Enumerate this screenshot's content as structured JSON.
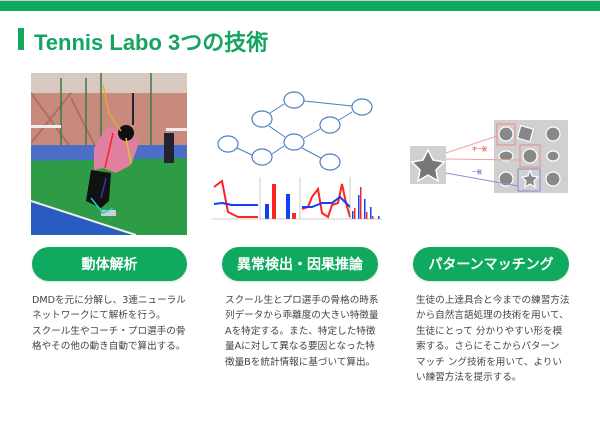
{
  "header": {
    "title": "Tennis Labo 3つの技術"
  },
  "accent_color": "#0fa95f",
  "columns": [
    {
      "label": "動体解析",
      "image": "tennis-player-pose-estimation-photo",
      "description": [
        "DMDを元に分解し、3連ニューラル",
        "ネットワークにて解析を行う。",
        "スクール生やコーチ・プロ選手の骨",
        "格やその他の動き自動で算出する。"
      ]
    },
    {
      "label": "異常検出・因果推論",
      "image": "causal-graph-and-time-series-charts",
      "description": [
        "スクール生とプロ選手の骨格の時系",
        "列データから乖離度の大きい特徴量",
        "Aを特定する。また、特定した特徴",
        "量Aに対して異なる要因となった特",
        "徴量Bを統計情報に基づいて算出。"
      ]
    },
    {
      "label": "パターンマッチング",
      "image": "shape-pattern-matching-diagram",
      "mismatch_label": "不一致",
      "match_label": "一致",
      "description": [
        "生徒の上達具合と今までの練習方法",
        "から自然言語処理の技術を用いて、",
        "生徒にとって 分かりやすい形を模",
        "索する。さらにそこからパターン",
        "マッチ ング技術を用いて、よりい",
        "い練習方法を提示する。"
      ]
    }
  ]
}
